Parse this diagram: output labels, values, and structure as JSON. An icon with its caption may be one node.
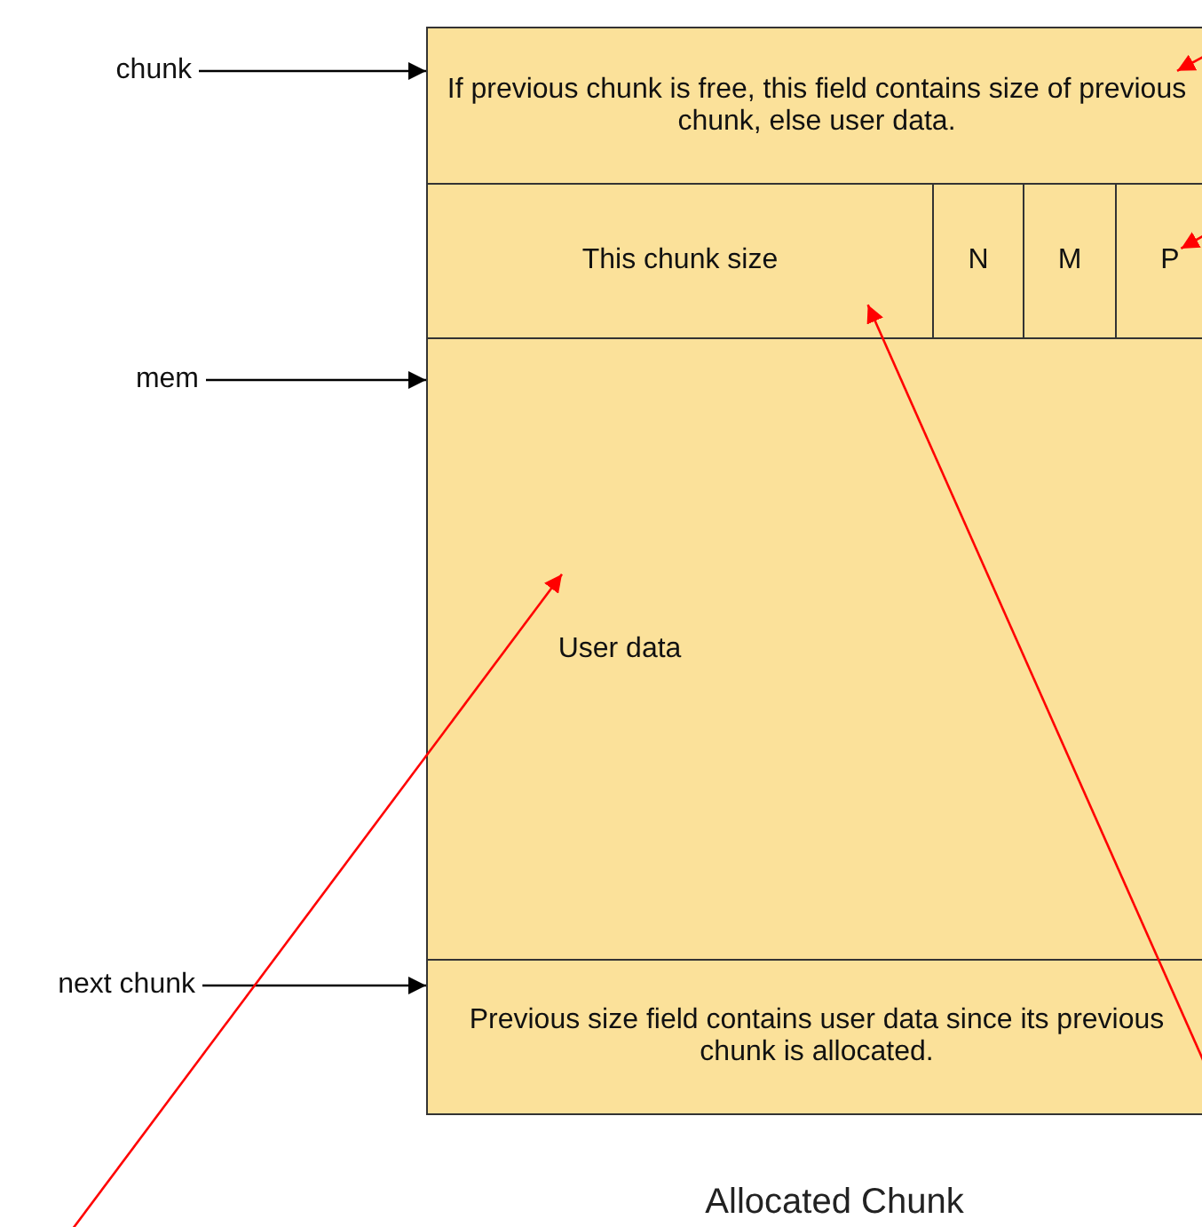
{
  "diagram": {
    "caption": "Allocated Chunk",
    "nodes": [
      {
        "text": [
          "chunk"
        ]
      },
      {
        "text": [
          "mem"
        ]
      },
      {
        "text": [
          "next chunk"
        ]
      },
      {
        "text": [
          "If previous chunk is free, this field contains size of previous chunk, else user data."
        ]
      },
      {
        "text": [
          "This chunk size"
        ]
      },
      {
        "text": [
          "N"
        ]
      },
      {
        "text": [
          "M"
        ]
      },
      {
        "text": [
          "P"
        ]
      },
      {
        "text": [
          "User data"
        ]
      },
      {
        "text": [
          "Previous size field contains user data since its previous chunk is allocated."
        ]
      }
    ],
    "edges": [
      {
        "from": 0,
        "to": 3,
        "arrow": "to",
        "color": "#000000"
      },
      {
        "from": 1,
        "to": 8,
        "arrow": "to",
        "color": "#000000"
      },
      {
        "from": 2,
        "to": 9,
        "arrow": "to",
        "color": "#000000"
      },
      {
        "from": null,
        "to": 3,
        "arrow": "to",
        "color": "#ff0000"
      },
      {
        "from": null,
        "to": 7,
        "arrow": "to",
        "color": "#ff0000"
      },
      {
        "from": null,
        "to": 4,
        "arrow": "to",
        "color": "#ff0000"
      },
      {
        "from": null,
        "to": 8,
        "arrow": "to",
        "color": "#ff0000"
      }
    ]
  }
}
